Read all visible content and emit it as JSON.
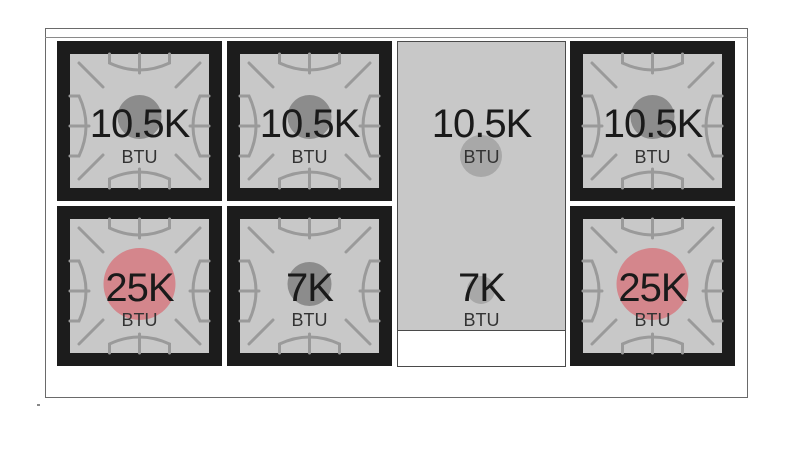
{
  "colors": {
    "grate": "#1c1c1c",
    "grate_inner": "#c8c8c8",
    "grate_fingers": "#9a9a9a",
    "burner_standard": "#8c8c8c",
    "burner_high": "#d4868c",
    "griddle": "#c8c8c8"
  },
  "burners": {
    "b1": {
      "value": "10.5K",
      "unit": "BTU",
      "type": "standard"
    },
    "b2": {
      "value": "10.5K",
      "unit": "BTU",
      "type": "standard"
    },
    "b3": {
      "value": "10.5K",
      "unit": "BTU",
      "type": "standard"
    },
    "b4": {
      "value": "25K",
      "unit": "BTU",
      "type": "high"
    },
    "b5": {
      "value": "7K",
      "unit": "BTU",
      "type": "standard"
    },
    "b6": {
      "value": "25K",
      "unit": "BTU",
      "type": "high"
    }
  },
  "griddle": {
    "top": {
      "value": "10.5K",
      "unit": "BTU"
    },
    "bottom": {
      "value": "7K",
      "unit": "BTU"
    }
  }
}
